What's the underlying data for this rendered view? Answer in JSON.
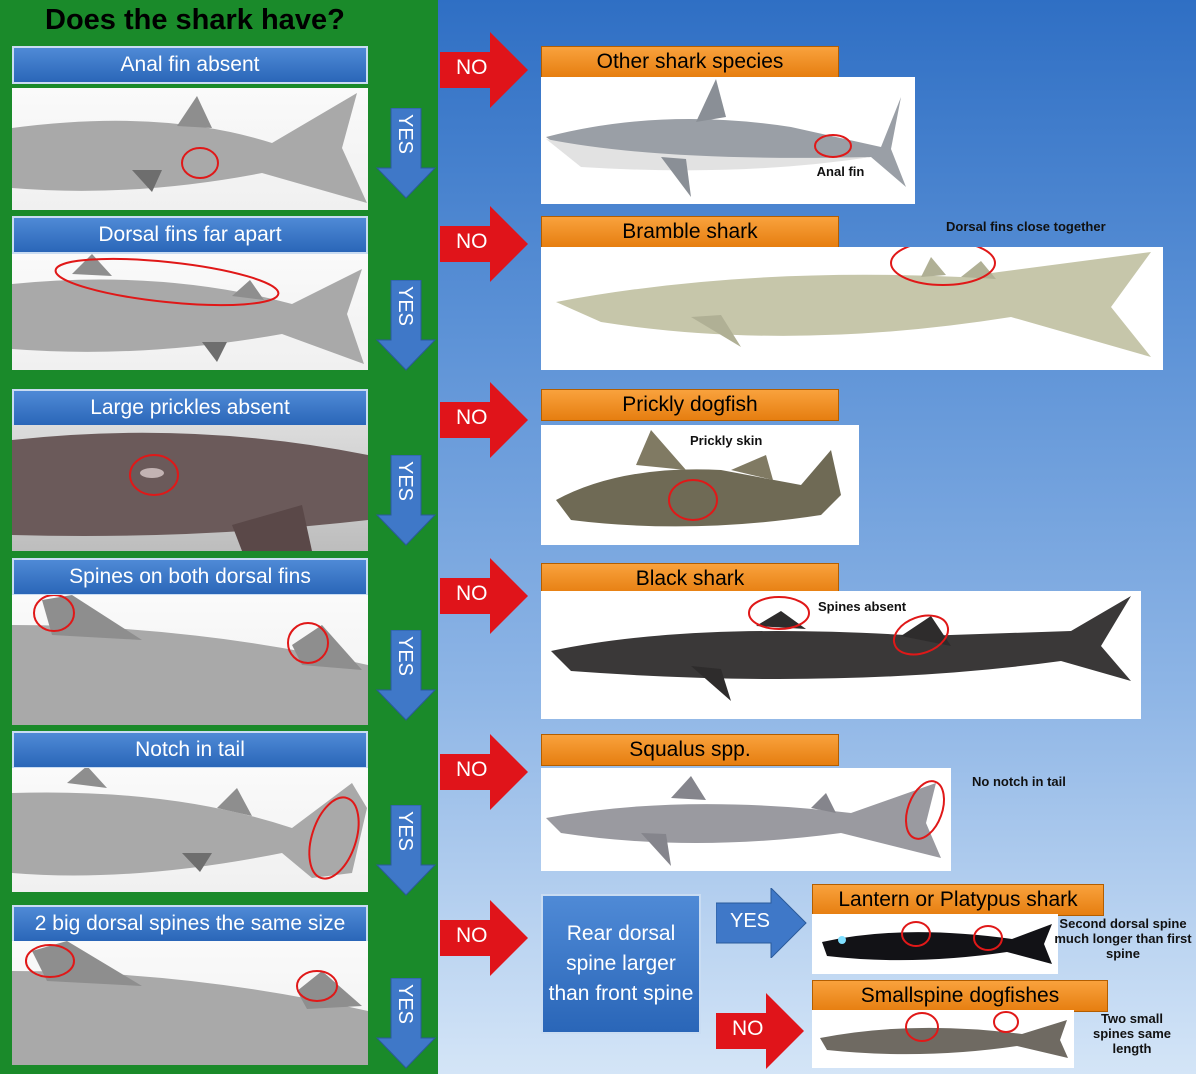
{
  "title": "Does the shark have?",
  "questions": [
    {
      "label": "Anal fin absent"
    },
    {
      "label": "Dorsal fins far apart"
    },
    {
      "label": "Large prickles absent"
    },
    {
      "label": "Spines on both dorsal fins"
    },
    {
      "label": "Notch in tail"
    },
    {
      "label": "2 big dorsal spines the same size"
    }
  ],
  "yes_label": "YES",
  "no_label": "NO",
  "species": [
    {
      "name": "Other shark species",
      "note": "Anal fin"
    },
    {
      "name": "Bramble shark",
      "note": "Dorsal fins close together"
    },
    {
      "name": "Prickly dogfish",
      "note": "Prickly skin"
    },
    {
      "name": "Black shark",
      "note": "Spines absent"
    },
    {
      "name": "Squalus spp.",
      "note": "No notch in tail"
    }
  ],
  "final": {
    "question": "Rear dorsal spine larger than front spine",
    "yes_species": "Lantern or Platypus shark",
    "yes_note": "Second dorsal spine much longer than first spine",
    "no_species": "Smallspine dogfishes",
    "no_note": "Two small spines same length"
  },
  "colors": {
    "green_panel": "#1a8a2a",
    "question_blue": "#2a66b8",
    "species_orange": "#f39a2e",
    "no_arrow_red": "#e0141a",
    "yes_arrow_blue": "#3f78c8",
    "highlight_circle": "#e01818"
  }
}
